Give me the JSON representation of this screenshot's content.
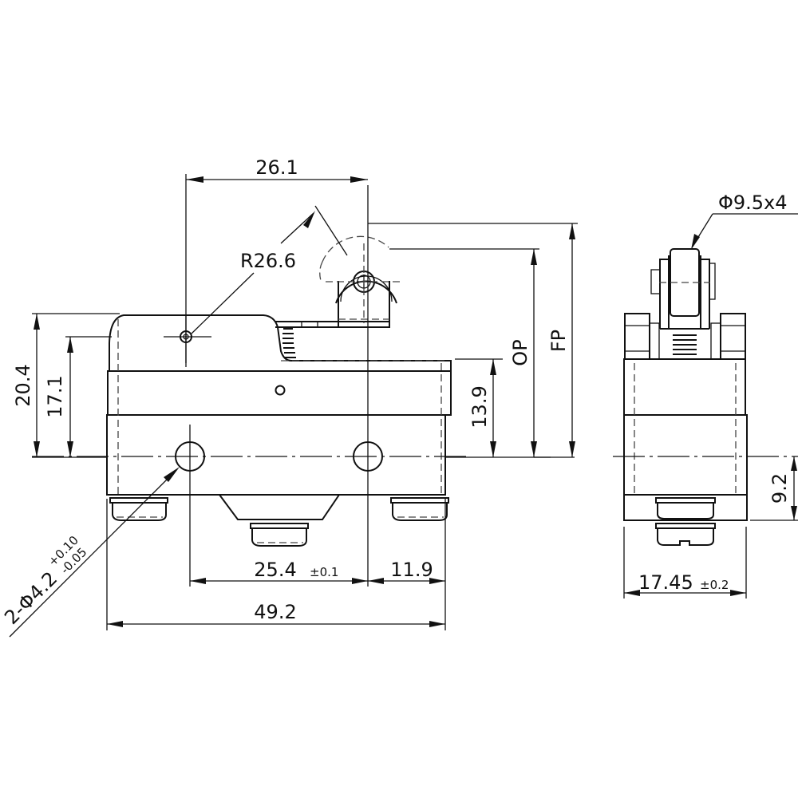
{
  "drawing": {
    "type": "micro switch with roller lever - dimension drawing",
    "colors": {
      "line": "#111111",
      "background": "#ffffff",
      "hidden_line": "#444444"
    },
    "front_view": {
      "dimensions": {
        "lever_pivot_to_roller": "26.1",
        "lever_radius": "R26.6",
        "total_height_to_top": "20.4",
        "pivot_height": "17.1",
        "plunger_height": "13.9",
        "operating_position": "OP",
        "free_position": "FP",
        "hole_spacing": "25.4",
        "hole_spacing_tol": "±0.1",
        "hole_to_edge": "11.9",
        "overall_length": "49.2",
        "mounting_hole_prefix": "2-",
        "mounting_hole_dia": "Φ4.2",
        "mounting_hole_tol_upper": "+0.10",
        "mounting_hole_tol_lower": "-0.05"
      }
    },
    "side_view": {
      "dimensions": {
        "roller_spec": "Φ9.5x4",
        "hole_to_bottom": "9.2",
        "width": "17.45",
        "width_tol": "±0.2"
      }
    }
  }
}
